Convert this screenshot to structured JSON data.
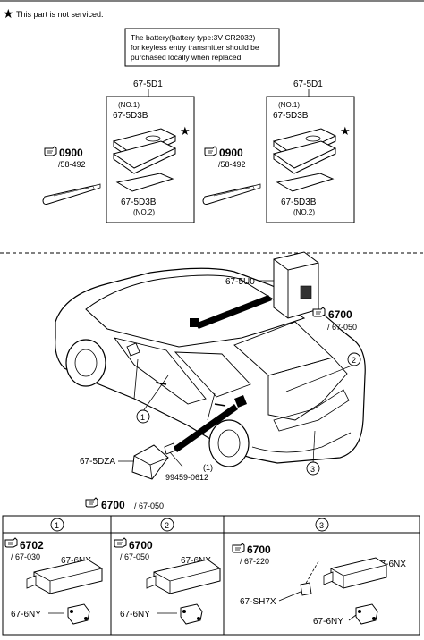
{
  "header": {
    "note": "This part is not serviced."
  },
  "battery_note": {
    "line1": "The battery(battery type:3V CR2032)",
    "line2": "for keyless entry transmitter should be",
    "line3": "purchased locally when replaced."
  },
  "transmitter_left": {
    "part": "67-5D1",
    "cover_no": "(NO.1)",
    "cover_part": "67-5D3B",
    "base_part": "67-5D3B",
    "base_no": "(NO.2)",
    "ref_main": "0900",
    "ref_sub": "/58-492"
  },
  "transmitter_right": {
    "part": "67-5D1",
    "cover_no": "(NO.1)",
    "cover_part": "67-5D3B",
    "base_part": "67-5D3B",
    "base_no": "(NO.2)",
    "ref_main": "0900",
    "ref_sub": "/58-492"
  },
  "vehicle": {
    "module_part": "67-5U0",
    "module_ref_main": "6700",
    "module_ref_sub": "/ 67-050",
    "antenna_part": "67-5DZA",
    "bolt_part": "99459-0612",
    "bolt_qty": "(1)",
    "bottom_ref_main": "6700",
    "bottom_ref_sub": "/ 67-050",
    "callout_1": "1",
    "callout_2": "2",
    "callout_3": "3"
  },
  "table": {
    "headers": [
      "1",
      "2",
      "3"
    ],
    "cells": [
      {
        "ref_main": "6702",
        "ref_sub": "/ 67-030",
        "part_a": "67-6NX",
        "part_b": "67-6NY"
      },
      {
        "ref_main": "6700",
        "ref_sub": "/ 67-050",
        "part_a": "67-6NX",
        "part_b": "67-6NY"
      },
      {
        "ref_main": "6700",
        "ref_sub": "/ 67-220",
        "part_a": "67-6NX",
        "part_b": "67-6NY",
        "part_c": "67-SH7X"
      }
    ]
  }
}
